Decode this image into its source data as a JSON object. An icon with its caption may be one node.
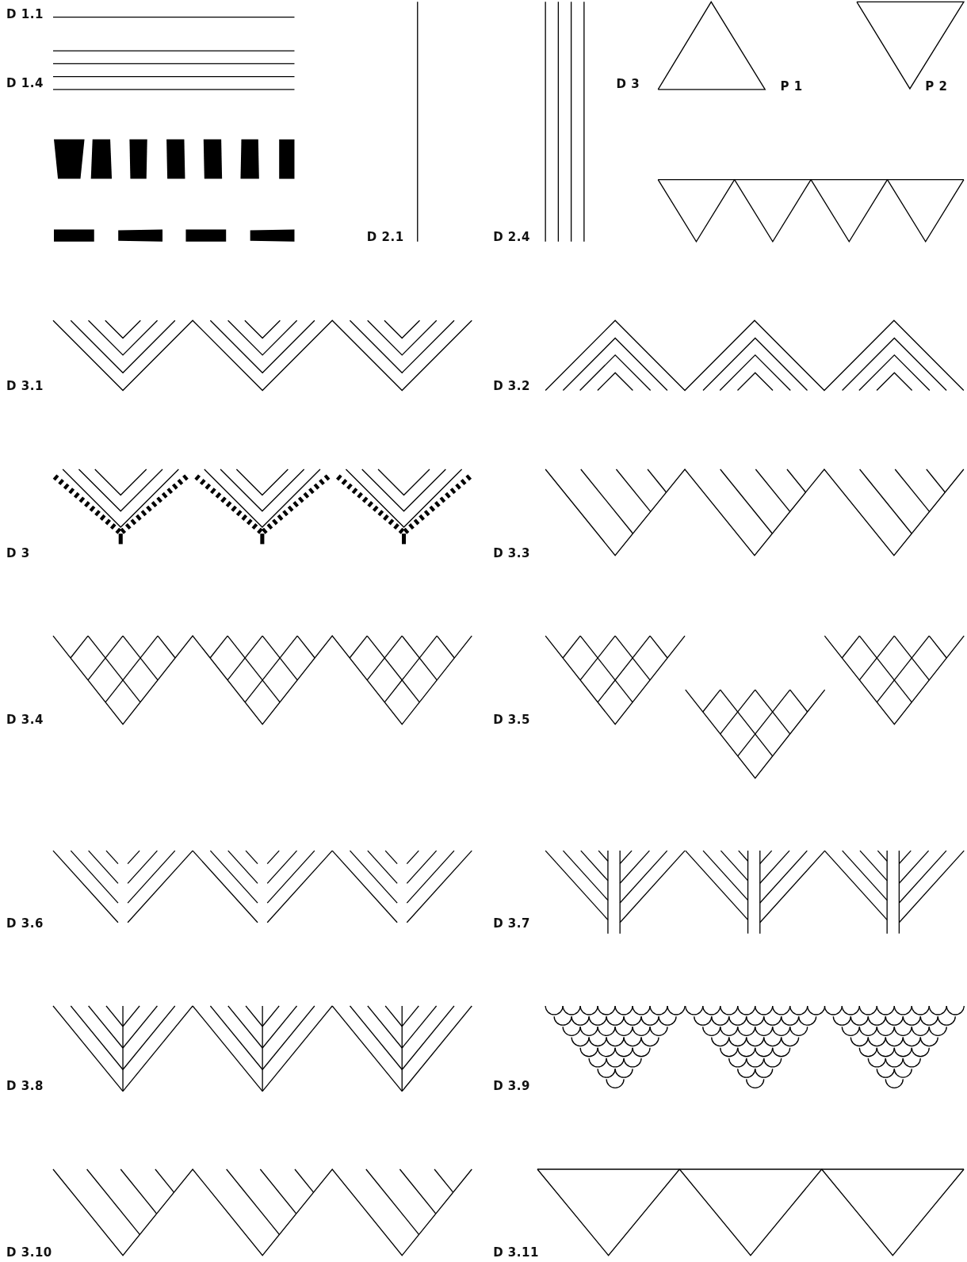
{
  "diagram": {
    "labels": [
      "D 1.1",
      "D 1.4",
      "D 3",
      "P 1",
      "P 2",
      "D 2.1",
      "D 2.4",
      "D 3.1",
      "D 3.2",
      "D 3",
      "D 3.3",
      "D 3.4",
      "D 3.5",
      "D 3.6",
      "D 3.7",
      "D 3.8",
      "D 3.9",
      "D 3.10",
      "D 3.11"
    ]
  }
}
